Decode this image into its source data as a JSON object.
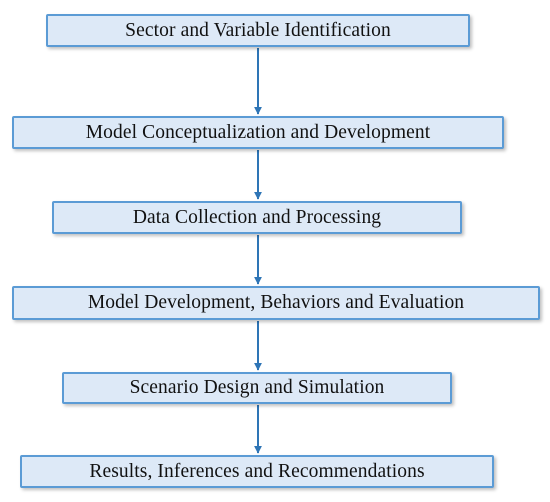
{
  "steps": [
    {
      "label": "Sector and Variable Identification"
    },
    {
      "label": "Model Conceptualization and Development"
    },
    {
      "label": "Data Collection and Processing"
    },
    {
      "label": "Model Development, Behaviors and Evaluation"
    },
    {
      "label": "Scenario Design and Simulation"
    },
    {
      "label": "Results, Inferences and Recommendations"
    }
  ],
  "colors": {
    "box_fill": "#dde9f7",
    "box_border": "#5b9bd5",
    "arrow": "#2e75b6"
  }
}
